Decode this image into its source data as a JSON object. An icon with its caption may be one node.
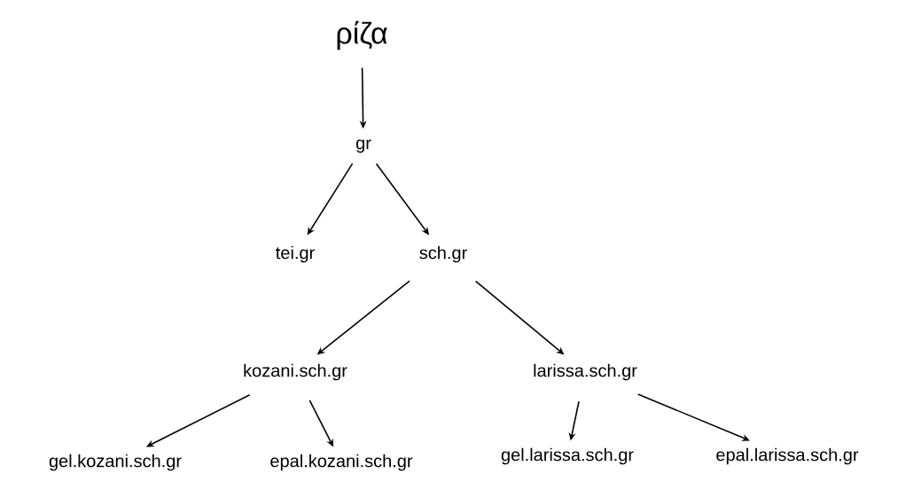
{
  "diagram": {
    "nodes": [
      {
        "text": [
          "ρίζα"
        ]
      },
      {
        "text": [
          "gr"
        ]
      },
      {
        "text": [
          "tei.gr"
        ]
      },
      {
        "text": [
          "sch.gr"
        ]
      },
      {
        "text": [
          "kozani.sch.gr"
        ]
      },
      {
        "text": [
          "larissa.sch.gr"
        ]
      },
      {
        "text": [
          "gel.kozani.sch.gr"
        ]
      },
      {
        "text": [
          "epal.kozani.sch.gr"
        ]
      },
      {
        "text": [
          "gel.larissa.sch.gr"
        ]
      },
      {
        "text": [
          "epal.larissa.sch.gr"
        ]
      }
    ],
    "edges": [
      {
        "from": 0,
        "to": 1,
        "arrow": "to"
      },
      {
        "from": 1,
        "to": 2,
        "arrow": "to"
      },
      {
        "from": 1,
        "to": 3,
        "arrow": "to"
      },
      {
        "from": 3,
        "to": 4,
        "arrow": "to"
      },
      {
        "from": 3,
        "to": 5,
        "arrow": "to"
      },
      {
        "from": 4,
        "to": 6,
        "arrow": "to"
      },
      {
        "from": 4,
        "to": 7,
        "arrow": "to"
      },
      {
        "from": 5,
        "to": 8,
        "arrow": "to"
      },
      {
        "from": 5,
        "to": 9,
        "arrow": "to"
      }
    ]
  }
}
